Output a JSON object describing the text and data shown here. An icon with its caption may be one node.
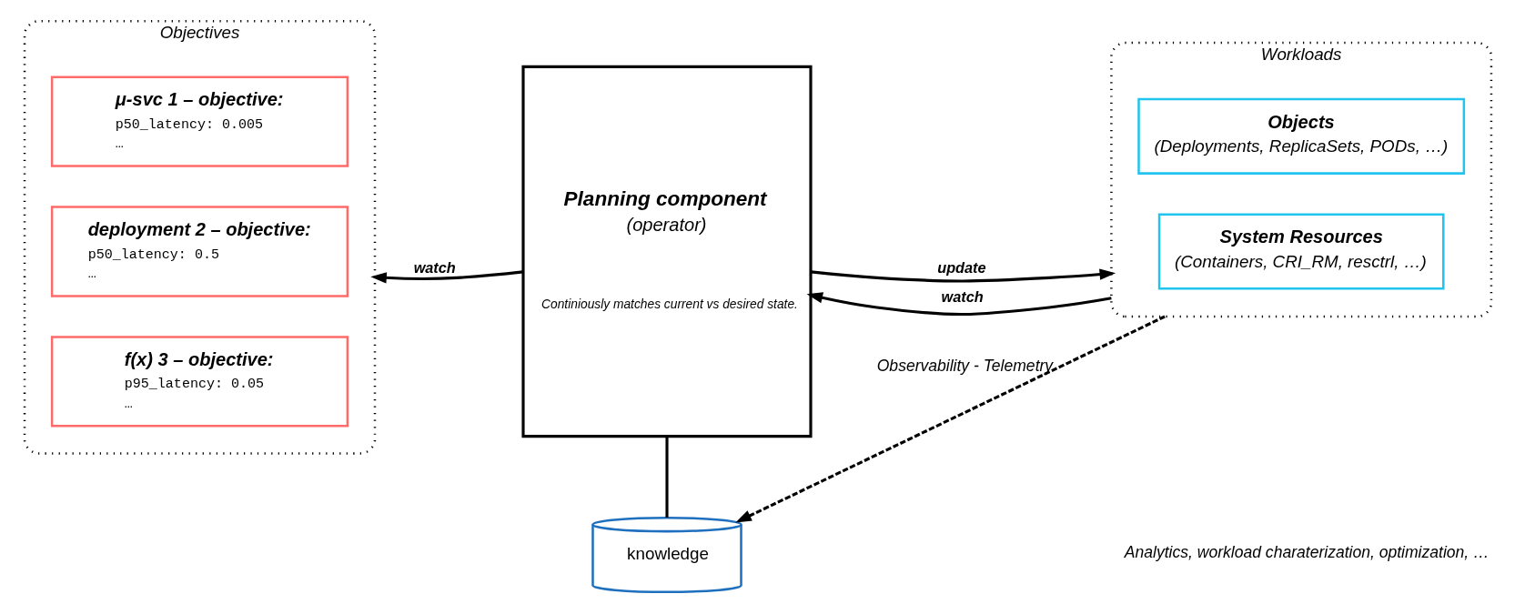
{
  "diagram": {
    "nodes": [
      {
        "text": [
          "Objectives"
        ]
      },
      {
        "text": [
          "μ-svc 1 – objective:",
          "p50_latency: 0.005",
          "…"
        ],
        "in": 0
      },
      {
        "text": [
          "deployment 2 – objective:",
          "p50_latency: 0.5",
          "…"
        ],
        "in": 0
      },
      {
        "text": [
          "f(x) 3 – objective:",
          "p95_latency: 0.05",
          "…"
        ],
        "in": 0
      },
      {
        "text": [
          "Planning component",
          "(operator)",
          "Continiously matches current vs desired state."
        ]
      },
      {
        "text": [
          "Workloads"
        ]
      },
      {
        "text": [
          "Objects",
          "(Deployments, ReplicaSets, PODs, …)"
        ],
        "in": 5
      },
      {
        "text": [
          "System Resources",
          "(Containers, CRI_RM, resctrl, …)"
        ],
        "in": 5
      },
      {
        "text": [
          "knowledge"
        ]
      }
    ],
    "edges": [
      {
        "from": 4,
        "to": 0,
        "arrow": "to",
        "label": "watch"
      },
      {
        "from": 4,
        "to": 5,
        "arrow": "to",
        "label": "update"
      },
      {
        "from": 5,
        "to": 4,
        "arrow": "to",
        "label": "watch"
      },
      {
        "from": 4,
        "to": 8,
        "arrow": "none"
      },
      {
        "from": 5,
        "to": 8,
        "arrow": "to",
        "label": "Observability - Telemetry",
        "style": "dashed"
      }
    ],
    "labels": [
      "Analytics, workload charaterization, optimization, …"
    ]
  }
}
